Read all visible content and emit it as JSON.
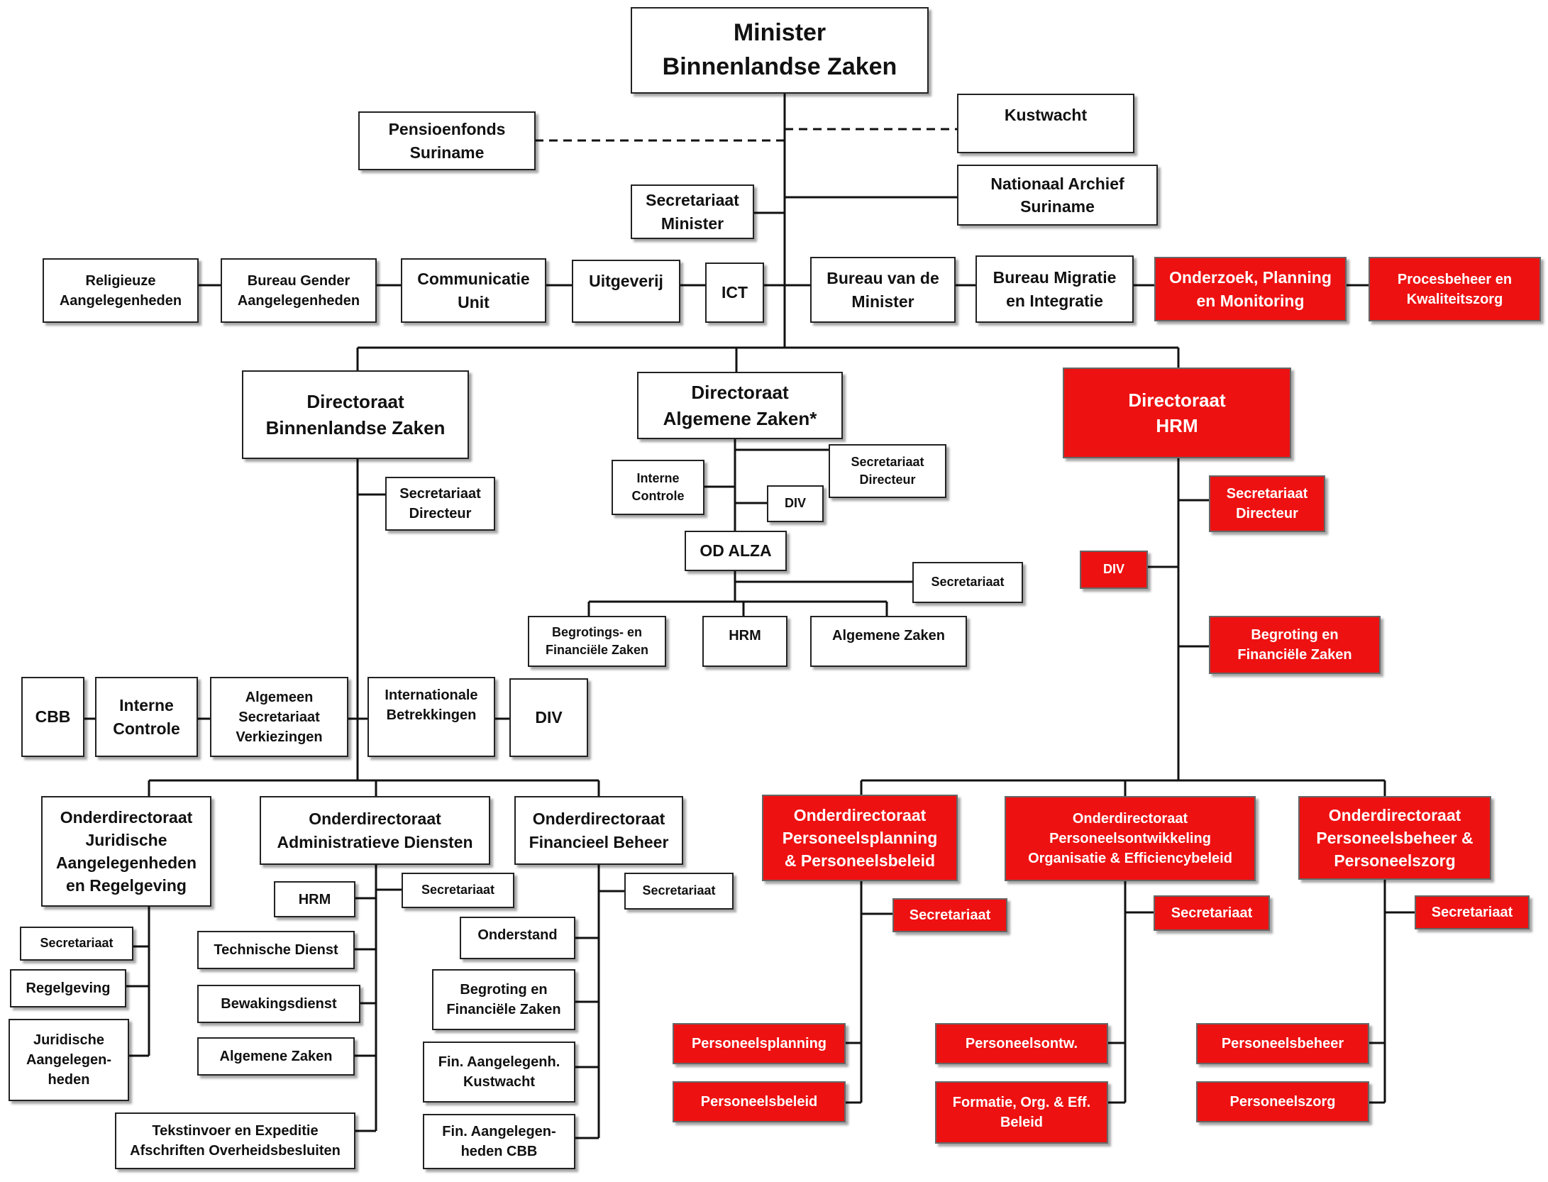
{
  "minister": "Minister\nBinnenlandse Zaken",
  "pensioenfonds": "Pensioenfonds\nSuriname",
  "kustwacht": "Kustwacht",
  "nationaal_archief": "Nationaal Archief\nSuriname",
  "secretariaat_minister": "Secretariaat\nMinister",
  "row1": {
    "religieuze": "Religieuze\nAangelegenheden",
    "bureau_gender": "Bureau Gender\nAangelegenheden",
    "communicatie": "Communicatie\nUnit",
    "uitgeverij": "Uitgeverij",
    "ict": "ICT",
    "bureau_minister": "Bureau van de\nMinister",
    "bureau_migratie": "Bureau Migratie\nen Integratie",
    "onderzoek": "Onderzoek, Planning\nen Monitoring",
    "procesbeheer": "Procesbeheer en\nKwaliteitszorg"
  },
  "dir_bz": {
    "title": "Directoraat\nBinnenlandse Zaken",
    "secretariaat": "Secretariaat\nDirecteur",
    "staff": {
      "cbb": "CBB",
      "interne_controle": "Interne\nControle",
      "algemeen_secretariaat": "Algemeen\nSecretariaat\nVerkiezingen",
      "internationale": "Internationale\nBetrekkingen",
      "div": "DIV"
    },
    "od_juridisch": {
      "title": "Onderdirectoraat\nJuridische\nAangelegenheden\nen Regelgeving",
      "secretariaat": "Secretariaat",
      "regelgeving": "Regelgeving",
      "juridische": "Juridische\nAangelegen-\nheden"
    },
    "od_admin": {
      "title": "Onderdirectoraat\nAdministratieve Diensten",
      "hrm": "HRM",
      "secretariaat": "Secretariaat",
      "technische": "Technische Dienst",
      "bewakings": "Bewakingsdienst",
      "algemene": "Algemene Zaken",
      "tekstinvoer": "Tekstinvoer en Expeditie\nAfschriften Overheidsbesluiten"
    },
    "od_financieel": {
      "title": "Onderdirectoraat\nFinancieel Beheer",
      "secretariaat": "Secretariaat",
      "onderstand": "Onderstand",
      "begroting": "Begroting en\nFinanciële Zaken",
      "fin_kustwacht": "Fin. Aangelegenh.\nKustwacht",
      "fin_cbb": "Fin. Aangelegen-\nheden CBB"
    }
  },
  "dir_az": {
    "title": "Directoraat\nAlgemene Zaken*",
    "interne_controle": "Interne\nControle",
    "secretariaat_directeur": "Secretariaat\nDirecteur",
    "div": "DIV",
    "od_alza": "OD ALZA",
    "secretariaat": "Secretariaat",
    "begrotings": "Begrotings- en\nFinanciële Zaken",
    "hrm": "HRM",
    "algemene": "Algemene Zaken"
  },
  "dir_hrm": {
    "title": "Directoraat\nHRM",
    "secretariaat_directeur": "Secretariaat\nDirecteur",
    "div": "DIV",
    "begroting": "Begroting en\nFinanciële Zaken",
    "od_planning": {
      "title": "Onderdirectoraat\nPersoneelsplanning\n& Personeelsbeleid",
      "secretariaat": "Secretariaat",
      "planning": "Personeelsplanning",
      "beleid": "Personeelsbeleid"
    },
    "od_ontwikkeling": {
      "title": "Onderdirectoraat\nPersoneelsontwikkeling\nOrganisatie & Efficiencybeleid",
      "secretariaat": "Secretariaat",
      "ontw": "Personeelsontw.",
      "formatie": "Formatie, Org. & Eff.\nBeleid"
    },
    "od_beheer": {
      "title": "Onderdirectoraat\nPersoneelsbeheer &\nPersoneelszorg",
      "secretariaat": "Secretariaat",
      "beheer": "Personeelsbeheer",
      "zorg": "Personeelszorg"
    }
  },
  "colors": {
    "red": "#ee1111",
    "line": "#111111"
  }
}
